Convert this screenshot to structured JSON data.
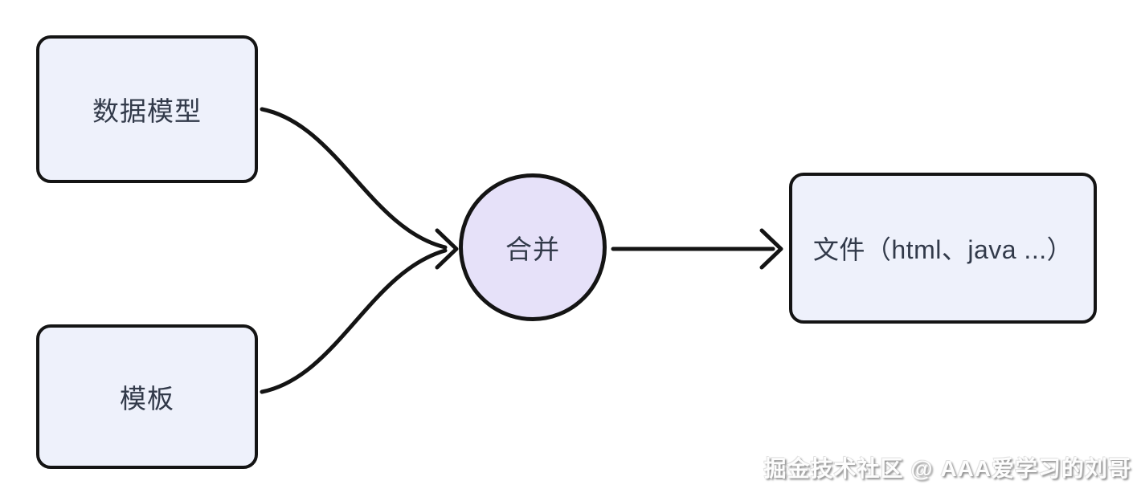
{
  "diagram": {
    "nodes": {
      "data_model": {
        "label": "数据模型",
        "shape": "rounded-rect"
      },
      "template": {
        "label": "模板",
        "shape": "rounded-rect"
      },
      "merge": {
        "label": "合并",
        "shape": "circle"
      },
      "output": {
        "label": "文件（html、java ...）",
        "shape": "rounded-rect"
      }
    },
    "edges": [
      {
        "from": "data_model",
        "to": "merge",
        "style": "curved-arrow"
      },
      {
        "from": "template",
        "to": "merge",
        "style": "curved-arrow"
      },
      {
        "from": "merge",
        "to": "output",
        "style": "straight-arrow"
      }
    ],
    "colors": {
      "background": "#ffffff",
      "box_fill": "#eef1fb",
      "circle_fill": "#e6e1f9",
      "stroke": "#141414",
      "text": "#323a4a"
    }
  },
  "watermark": {
    "text": "掘金技术社区 @ AAA爱学习的刘哥"
  }
}
